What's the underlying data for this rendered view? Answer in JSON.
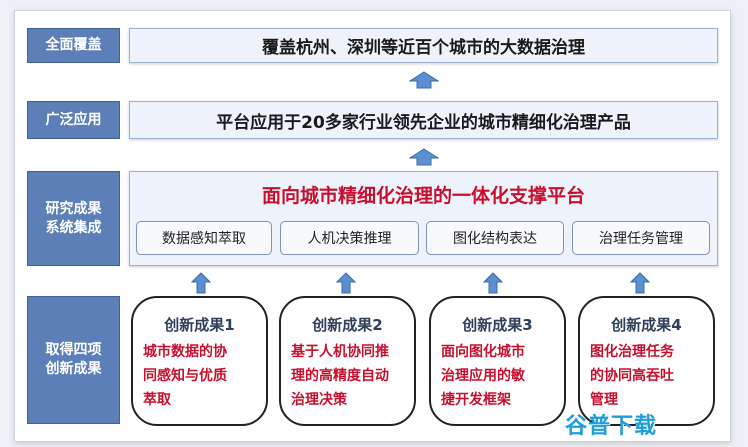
{
  "rows": {
    "coverage": {
      "label": "全面覆盖",
      "text": "覆盖杭州、深圳等近百个城市的大数据治理"
    },
    "application": {
      "label": "广泛应用",
      "text": "平台应用于20多家行业领先企业的城市精细化治理产品"
    },
    "integration": {
      "label": "研究成果\n系统集成",
      "title": "面向城市精细化治理的一体化支撑平台",
      "capabilities": [
        "数据感知萃取",
        "人机决策推理",
        "图化结构表达",
        "治理任务管理"
      ]
    },
    "innovations": {
      "label": "取得四项\n创新成果",
      "items": [
        {
          "title": "创新成果1",
          "desc": "城市数据的协\n同感知与优质\n萃取"
        },
        {
          "title": "创新成果2",
          "desc": "基于人机协同推\n理的高精度自动\n治理决策"
        },
        {
          "title": "创新成果3",
          "desc": "面向图化城市\n治理应用的敏\n捷开发框架"
        },
        {
          "title": "创新成果4",
          "desc": "图化治理任务\n的协同高吞吐\n管理"
        }
      ]
    }
  },
  "watermark": "谷普下载",
  "colors": {
    "side_label_bg": "#5b7fb6",
    "box_bg": "#eef3fb",
    "accent_red": "#c8102e",
    "arrow_blue": "#5b8fd0"
  }
}
